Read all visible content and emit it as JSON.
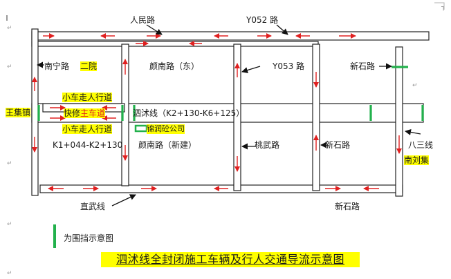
{
  "title": "泗沭线全封闭施工车辆及行人交通导流示意图",
  "legend": {
    "text": "为围挡示意图"
  },
  "roads": {
    "renmin": "人民路",
    "y052": "Y052 路",
    "nanning": "南宁路",
    "eryuan": "二院",
    "yannan_east": "颜南路（东）",
    "y053": "Y053 路",
    "xinshi_top": "新石路",
    "wangji": "王集镇",
    "small_car_top": "小车走人行道",
    "kuaixiu": "快修",
    "main_lane": "主车道",
    "sishu_line": "泗沭线（K2+130-K6+125）",
    "small_car_bottom": "小车走人行道",
    "jinrun": "锦润砼公司",
    "k1_range": "K1+044-K2+130",
    "yannan_new": "颜南路（新建）",
    "taowu": "桃武路",
    "xinshi_mid": "新石路",
    "basan": "八三线",
    "nanliu": "南刘集",
    "zhiwu": "直武线",
    "xinshi_bottom": "新石路"
  },
  "colors": {
    "barrier": "#22b14c",
    "arrow": "#e02020",
    "highlight": "#ffff00"
  },
  "page_marks": {
    "return": "↵",
    "corner": "┐"
  }
}
